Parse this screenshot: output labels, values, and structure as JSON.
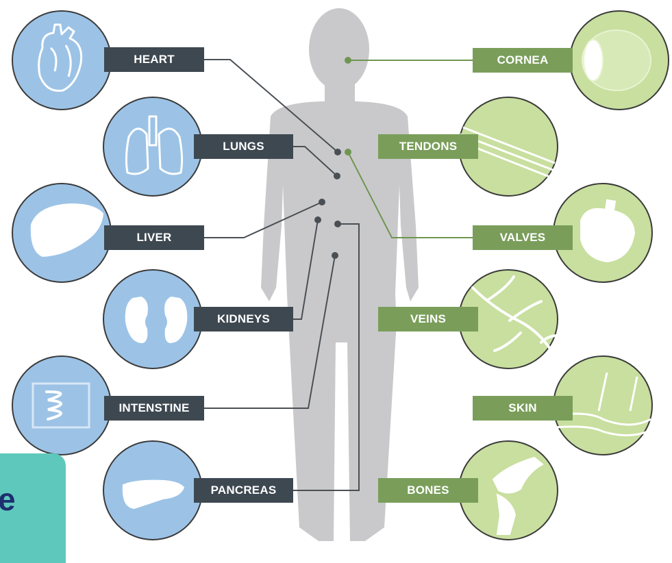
{
  "colors": {
    "organ_circle": "#9cc3e6",
    "organ_circle_stroke": "#3a3a3a",
    "organ_label_bg": "#3e4851",
    "tissue_circle": "#c8df9f",
    "tissue_circle_stroke": "#3a3a3a",
    "tissue_label_bg": "#7a9e5a",
    "body_silhouette": "#c9c9cb",
    "organ_connector": "#4a4f55",
    "tissue_connector": "#6f9651",
    "badge_bg": "#5fc8bd",
    "badge_text": "#1d2f6f"
  },
  "organs": [
    {
      "label": "HEART",
      "icon": "heart-icon"
    },
    {
      "label": "LUNGS",
      "icon": "lungs-icon"
    },
    {
      "label": "LIVER",
      "icon": "liver-icon"
    },
    {
      "label": "KIDNEYS",
      "icon": "kidneys-icon"
    },
    {
      "label": "INTENSTINE",
      "icon": "intestine-icon"
    },
    {
      "label": "PANCREAS",
      "icon": "pancreas-icon"
    }
  ],
  "tissues": [
    {
      "label": "CORNEA",
      "icon": "eye-icon"
    },
    {
      "label": "TENDONS",
      "icon": "tendon-fibers-icon"
    },
    {
      "label": "VALVES",
      "icon": "heart-valve-icon"
    },
    {
      "label": "VEINS",
      "icon": "veins-icon"
    },
    {
      "label": "SKIN",
      "icon": "skin-layers-icon"
    },
    {
      "label": "BONES",
      "icon": "knee-joint-icon"
    }
  ],
  "badge": {
    "text": "e"
  }
}
